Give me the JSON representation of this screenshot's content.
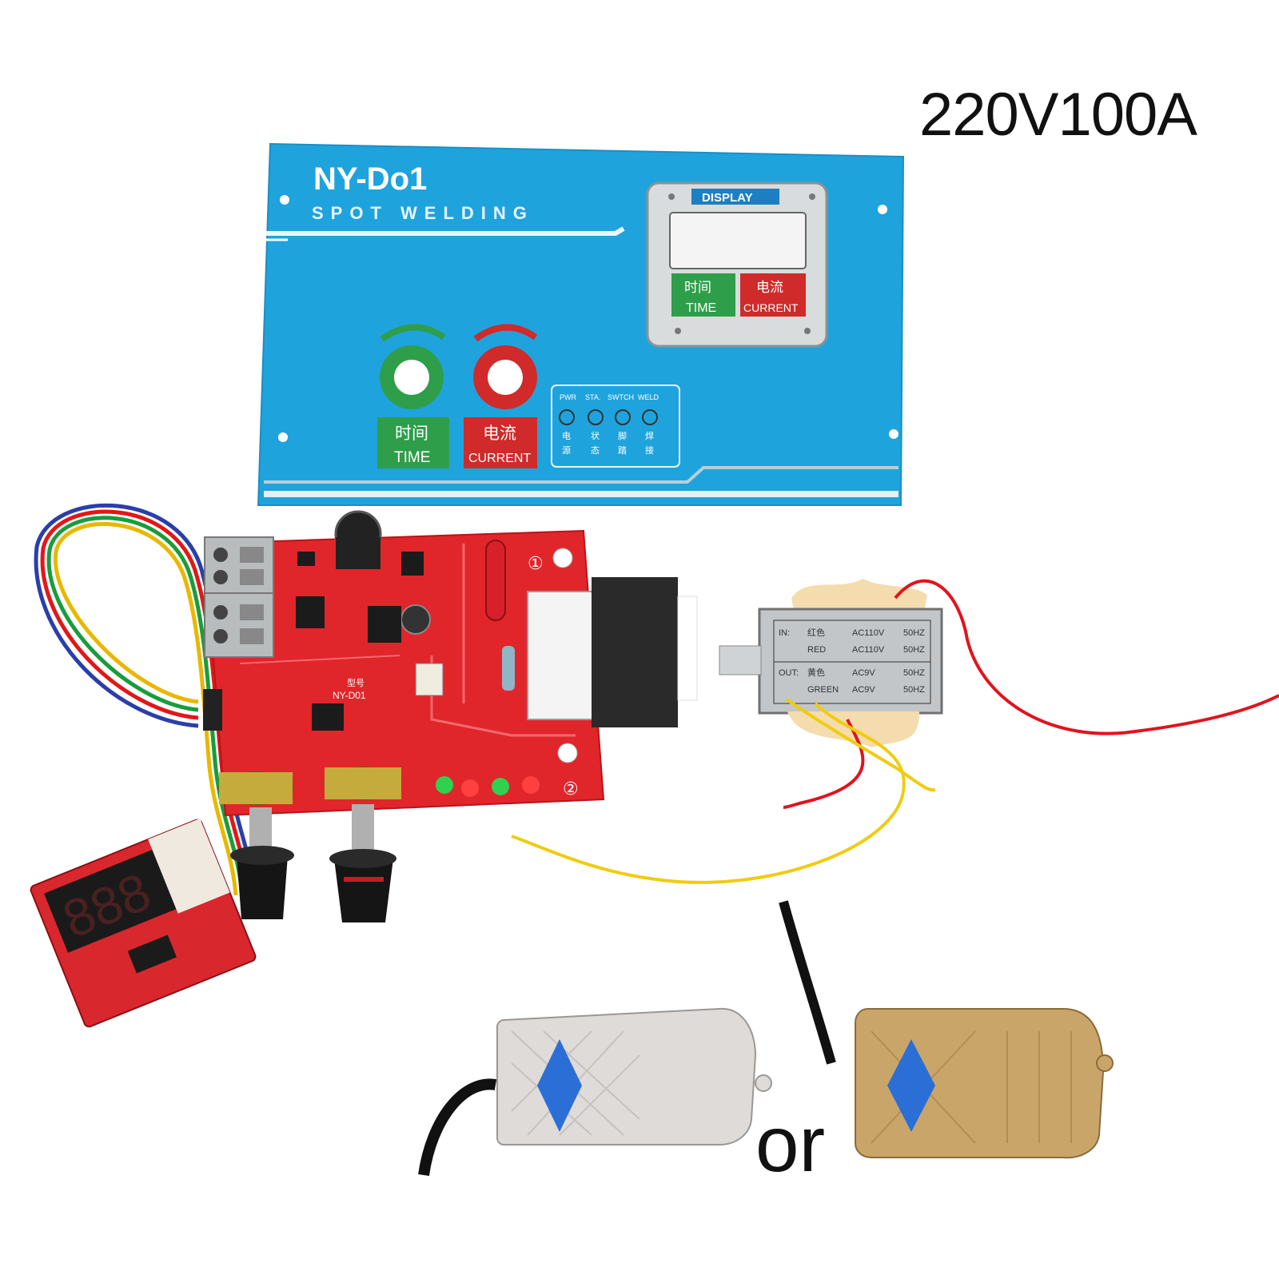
{
  "heading": {
    "spec": "220V100A"
  },
  "panel": {
    "model": "NY-Do1",
    "subtitle": "SPOT WELDING",
    "display_label": "DISPLAY",
    "time_cn": "时间",
    "time_en": "TIME",
    "current_cn": "电流",
    "current_en": "CURRENT",
    "led_top": [
      "PWR",
      "STA.",
      "SWTCH",
      "WELD"
    ],
    "led_bottom_1": [
      "电",
      "状",
      "脚",
      "焊"
    ],
    "led_bottom_2": [
      "源",
      "态",
      "踏",
      "接"
    ],
    "color_panel": "#1fa3dc",
    "color_green": "#2e9e4a",
    "color_red": "#d02a2a"
  },
  "board": {
    "label_model": "NY-D01",
    "label_cn": "型号",
    "marker_1": "①",
    "marker_2": "②",
    "color_pcb": "#e0262b"
  },
  "transformer": {
    "rows": [
      [
        "IN:",
        "红色",
        "AC110V",
        "50HZ"
      ],
      [
        "",
        "RED",
        "AC110V",
        "50HZ"
      ],
      [
        "OUT:",
        "黄色",
        "AC9V",
        "50HZ"
      ],
      [
        "",
        "GREEN",
        "AC9V",
        "50HZ"
      ]
    ]
  },
  "footer": {
    "separator": "or"
  },
  "icons": [
    "pcb-board",
    "transformer",
    "foot-pedal-grey",
    "foot-pedal-beige",
    "led-display-module",
    "potentiometer-knob"
  ]
}
